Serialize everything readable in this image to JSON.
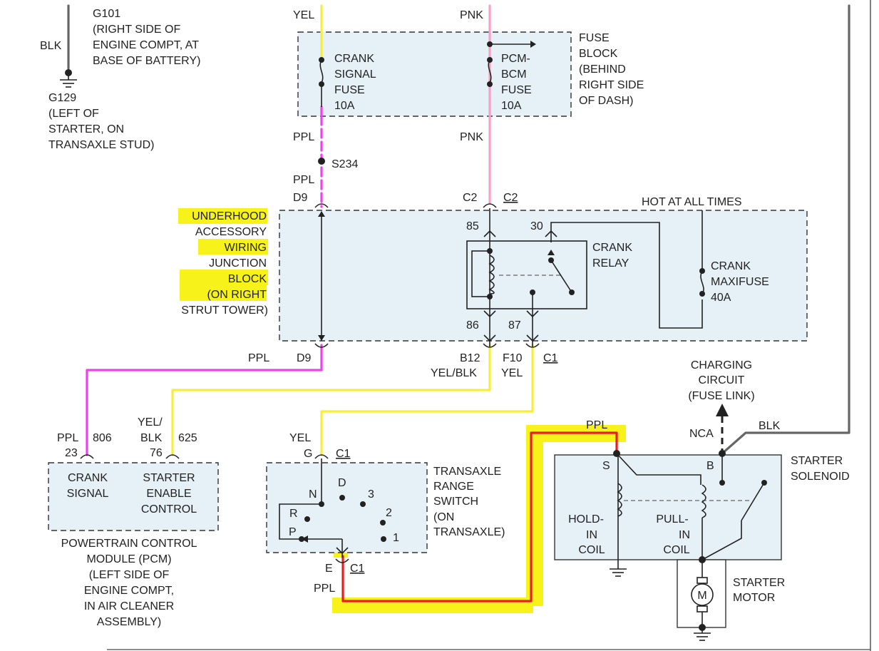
{
  "colors": {
    "wire_yellow": "#f5ee3a",
    "wire_pink": "#f7a0c8",
    "wire_purple": "#ee40ee",
    "wire_black": "#666666",
    "wire_red": "#e81e1e",
    "highlight": "#f7f31a",
    "box_fill": "#e6f1f7"
  },
  "ground": {
    "g101": [
      "G101",
      "(RIGHT SIDE OF",
      "ENGINE COMPT, AT",
      "BASE OF BATTERY)"
    ],
    "g129": [
      "G129",
      "(LEFT OF",
      "STARTER, ON",
      "TRANSAXLE STUD)"
    ],
    "wire_blk": "BLK"
  },
  "fuse_block": {
    "label": [
      "FUSE",
      "BLOCK",
      "(BEHIND",
      "RIGHT SIDE",
      "OF DASH)"
    ],
    "crank_fuse": [
      "CRANK",
      "SIGNAL",
      "FUSE",
      "10A"
    ],
    "pcm_fuse": [
      "PCM-",
      "BCM",
      "FUSE",
      "10A"
    ],
    "wire_yel": "YEL",
    "wire_pnk_top": "PNK",
    "wire_ppl": "PPL",
    "wire_pnk_bottom": "PNK"
  },
  "splice": {
    "id": "S234",
    "wire_ppl": "PPL"
  },
  "junction_block": {
    "label": [
      "UNDERHOOD",
      "ACCESSORY",
      "WIRING",
      "JUNCTION",
      "BLOCK",
      "(ON RIGHT",
      "STRUT TOWER)"
    ],
    "pin_d9_top": "D9",
    "pin_c2_a": "C2",
    "pin_c2_b": "C2",
    "hot": "HOT AT ALL TIMES",
    "relay_label": [
      "CRANK",
      "RELAY"
    ],
    "pin_85": "85",
    "pin_30": "30",
    "pin_86": "86",
    "pin_87": "87",
    "maxifuse": [
      "CRANK",
      "MAXIFUSE",
      "40A"
    ],
    "pin_d9_bottom": "D9",
    "wire_ppl": "PPL",
    "pin_b12": "B12",
    "pin_f10": "F10",
    "conn_c1": "C1",
    "wire_yel_blk": "YEL/BLK",
    "wire_yel": "YEL"
  },
  "pcm": {
    "wire_ppl": "PPL",
    "circuit_806": "806",
    "pin_23": "23",
    "wire_yel_blk": [
      "YEL/",
      "BLK"
    ],
    "circuit_625": "625",
    "pin_76": "76",
    "crank_signal": [
      "CRANK",
      "SIGNAL"
    ],
    "starter_enable": [
      "STARTER",
      "ENABLE",
      "CONTROL"
    ],
    "label": [
      "POWERTRAIN CONTROL",
      "MODULE (PCM)",
      "(LEFT SIDE OF",
      "ENGINE COMPT,",
      "IN AIR CLEANER",
      "ASSEMBLY)"
    ]
  },
  "range_switch": {
    "wire_yel": "YEL",
    "pin_g": "G",
    "conn_c1_top": "C1",
    "positions": {
      "d": "D",
      "n": "N",
      "r": "R",
      "p": "P",
      "three": "3",
      "two": "2",
      "one": "1"
    },
    "label": [
      "TRANSAXLE",
      "RANGE",
      "SWITCH",
      "(ON",
      "TRANSAXLE)"
    ],
    "pin_e": "E",
    "conn_c1_bottom": "C1",
    "wire_ppl": "PPL"
  },
  "charging": {
    "label": [
      "CHARGING",
      "CIRCUIT",
      "(FUSE LINK)"
    ],
    "nca": "NCA",
    "wire_blk": "BLK"
  },
  "solenoid": {
    "wire_ppl": "PPL",
    "terminal_s": "S",
    "terminal_b": "B",
    "label": [
      "STARTER",
      "SOLENOID"
    ],
    "hold_in": [
      "HOLD-",
      "IN",
      "COIL"
    ],
    "pull_in": [
      "PULL-",
      "IN",
      "COIL"
    ]
  },
  "starter_motor": {
    "symbol": "M",
    "label": [
      "STARTER",
      "MOTOR"
    ]
  }
}
